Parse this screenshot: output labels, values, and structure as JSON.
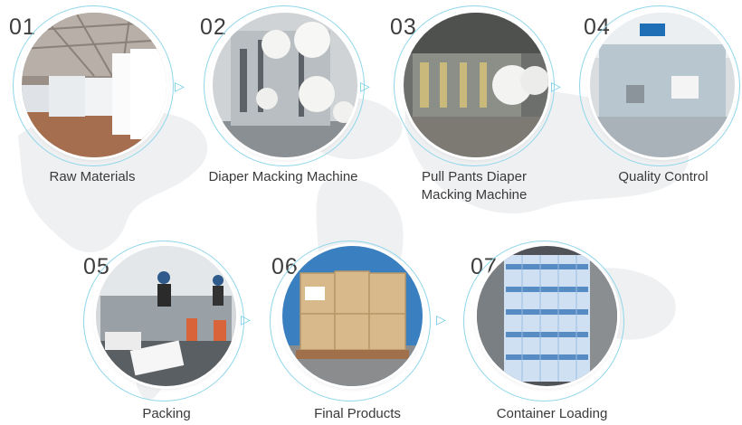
{
  "colors": {
    "accent": "#8fd6ea",
    "arrow": "#6fcbe6",
    "text": "#3a3a3a",
    "map": "#eef0f2"
  },
  "steps": [
    {
      "number": "01",
      "label": "Raw Materials",
      "image": "warehouse-raw-materials-photo"
    },
    {
      "number": "02",
      "label": "Diaper Macking Machine",
      "image": "diaper-machine-photo"
    },
    {
      "number": "03",
      "label": "Pull Pants Diaper\nMacking Machine",
      "image": "pull-pants-machine-photo"
    },
    {
      "number": "04",
      "label": "Quality Control",
      "image": "quality-control-lab-photo"
    },
    {
      "number": "05",
      "label": "Packing",
      "image": "packing-workers-photo"
    },
    {
      "number": "06",
      "label": "Final Products",
      "image": "cardboard-boxes-pallet-photo"
    },
    {
      "number": "07",
      "label": "Container Loading",
      "image": "container-loading-photo"
    }
  ],
  "connector_icon": "chevron-right-icon"
}
